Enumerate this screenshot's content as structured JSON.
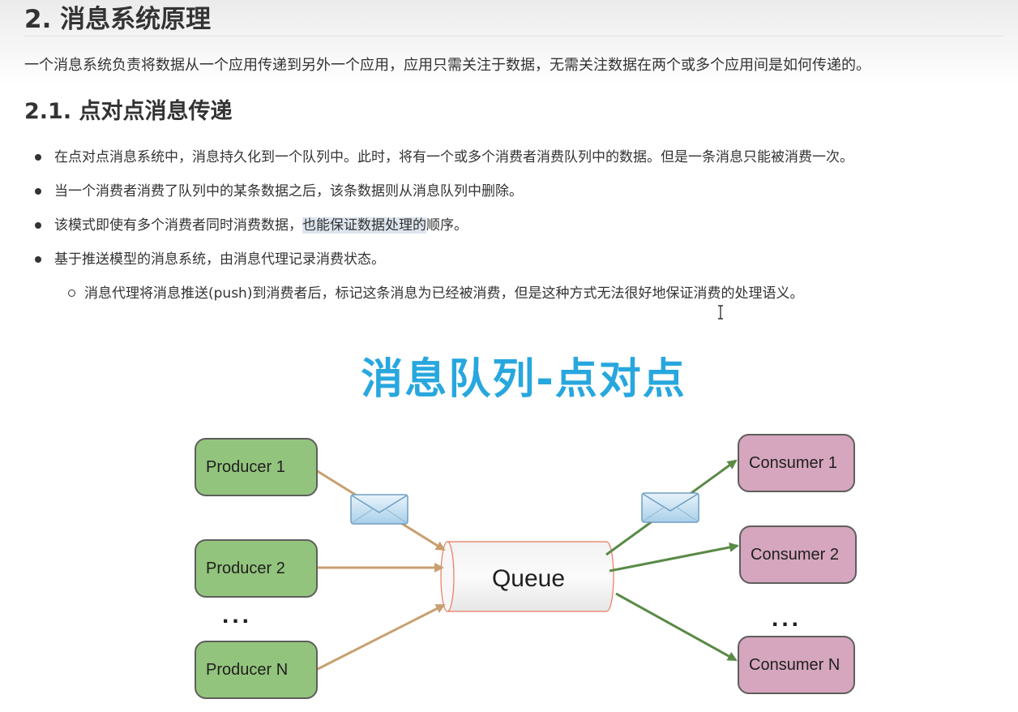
{
  "section": {
    "title": "2. 消息系统原理",
    "intro": "一个消息系统负责将数据从一个应用传递到另外一个应用，应用只需关注于数据，无需关注数据在两个或多个应用间是如何传递的。"
  },
  "subsection": {
    "title": "2.1. 点对点消息传递",
    "bullets": [
      "在点对点消息系统中，消息持久化到一个队列中。此时，将有一个或多个消费者消费队列中的数据。但是一条消息只能被消费一次。",
      "当一个消费者消费了队列中的某条数据之后，该条数据则从消息队列中删除。",
      {
        "before": "该模式即使有多个消费者同时消费数据，",
        "highlighted": "也能保证数据处理的",
        "after": "顺序。"
      },
      "基于推送模型的消息系统，由消息代理记录消费状态。"
    ],
    "sub_bullets": [
      "消息代理将消息推送(push)到消费者后，标记这条消息为已经被消费，但是这种方式无法很好地保证消费的处理语义。"
    ]
  },
  "diagram": {
    "title": "消息队列-点对点",
    "producers": [
      "Producer 1",
      "Producer 2",
      "Producer N"
    ],
    "queue": "Queue",
    "consumers": [
      "Consumer 1",
      "Consumer 2",
      "Consumer N"
    ],
    "ellipsis": "...",
    "colors": {
      "title": "#28a7de",
      "producer": "#93c47d",
      "consumer": "#d5a6bd",
      "producer_arrow": "#c8a070",
      "consumer_arrow": "#5a8a46",
      "queue_border": "#e87a5e"
    },
    "icons": [
      "envelope-icon",
      "envelope-icon"
    ]
  }
}
